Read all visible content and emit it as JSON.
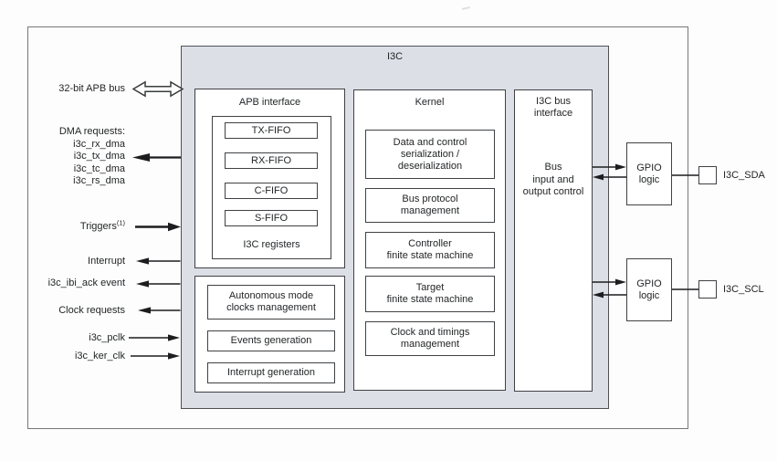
{
  "i3c": {
    "title": "I3C"
  },
  "left": {
    "apb_bus": "32-bit APB bus",
    "dma_header": "DMA requests:",
    "dma_items": [
      "i3c_rx_dma",
      "i3c_tx_dma",
      "i3c_tc_dma",
      "i3c_rs_dma"
    ],
    "triggers": "Triggers",
    "triggers_note": "(1)",
    "interrupt": "Interrupt",
    "ibi_ack": "i3c_ibi_ack event",
    "clock_requests": "Clock requests",
    "pclk": "i3c_pclk",
    "ker_clk": "i3c_ker_clk"
  },
  "apb": {
    "title": "APB interface",
    "fifos": [
      "TX-FIFO",
      "RX-FIFO",
      "C-FIFO",
      "S-FIFO"
    ],
    "registers": "I3C registers"
  },
  "ctrl": {
    "blocks": [
      {
        "l1": "Autonomous mode",
        "l2": "clocks management"
      },
      {
        "l1": "Events generation"
      },
      {
        "l1": "Interrupt generation"
      }
    ]
  },
  "kernel": {
    "title": "Kernel",
    "blocks": [
      {
        "l1": "Data and control",
        "l2": "serialization /",
        "l3": "deserialization"
      },
      {
        "l1": "Bus protocol",
        "l2": "management"
      },
      {
        "l1": "Controller",
        "l2": "finite state machine"
      },
      {
        "l1": "Target",
        "l2": "finite state machine"
      },
      {
        "l1": "Clock and timings",
        "l2": "management"
      }
    ]
  },
  "busif": {
    "t1": "I3C bus",
    "t2": "interface",
    "b1": "Bus",
    "b2": "input and",
    "b3": "output control"
  },
  "gpio": {
    "l1": "GPIO",
    "l2": "logic",
    "pad_sda": "I3C_SDA",
    "pad_scl": "I3C_SCL"
  },
  "colors": {
    "block_fill": "#dce0e6",
    "box_border": "#3f4144",
    "line": "#1d1d1f"
  }
}
